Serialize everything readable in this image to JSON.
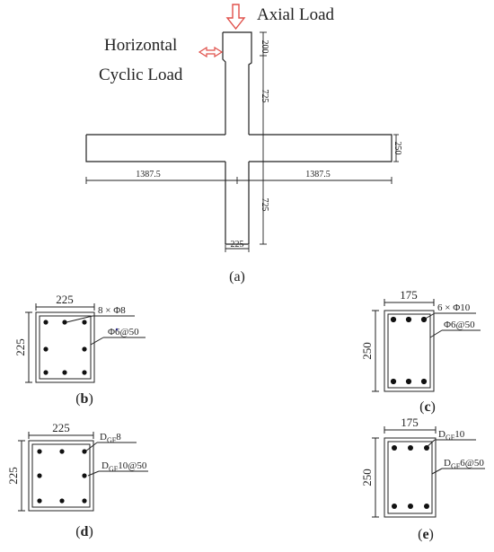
{
  "figure_a": {
    "axial_load_label": "Axial Load",
    "horizontal_label_line1": "Horizontal",
    "horizontal_label_line2": "Cyclic Load",
    "dim_top_stub": "200",
    "dim_upper_column": "725",
    "dim_lower_column": "725",
    "dim_beam_depth": "250",
    "dim_left_beam": "1387.5",
    "dim_right_beam": "1387.5",
    "dim_column_width": "225",
    "caption": {
      "open": "(",
      "letter": "a",
      "close": ")"
    }
  },
  "sections": {
    "b": {
      "width": "225",
      "height": "225",
      "ann_long": "8 × Φ8",
      "ann_stirrup": "Φ6@50",
      "caption": {
        "open": "(",
        "letter": "b",
        "close": ")"
      }
    },
    "c": {
      "width": "175",
      "height": "250",
      "ann_long": "6 × Φ10",
      "ann_stirrup": "Φ6@50",
      "caption": {
        "open": "(",
        "letter": "c",
        "close": ")"
      }
    },
    "d": {
      "width": "225",
      "height": "225",
      "ann_long_main": "D",
      "ann_long_sub": "GF",
      "ann_long_tail": "8",
      "ann_stirrup_main": "D",
      "ann_stirrup_sub": "GF",
      "ann_stirrup_tail": "10@50",
      "caption": {
        "open": "(",
        "letter": "d",
        "close": ")"
      }
    },
    "e": {
      "width": "175",
      "height": "250",
      "ann_long_main": "D",
      "ann_long_sub": "GF",
      "ann_long_tail": "10",
      "ann_stirrup_main": "D",
      "ann_stirrup_sub": "GF",
      "ann_stirrup_tail": "6@50",
      "caption": {
        "open": "(",
        "letter": "e",
        "close": ")"
      }
    }
  },
  "colors": {
    "load_arrow": "#e0504a",
    "line": "#222222",
    "bar": "#111111",
    "stray_dot": "#3333cc"
  }
}
